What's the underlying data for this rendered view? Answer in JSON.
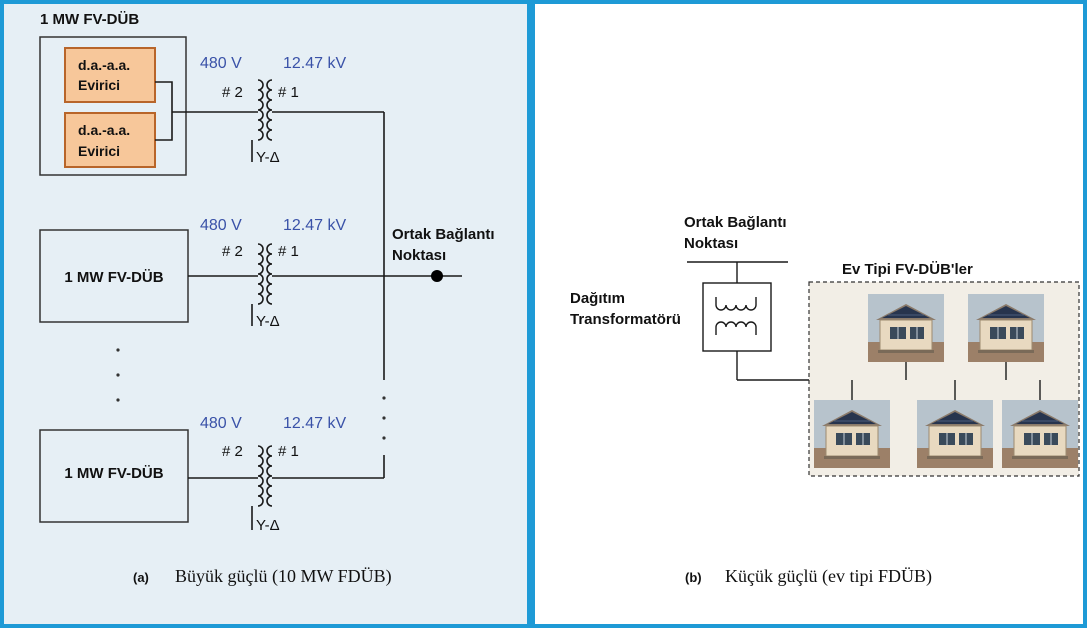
{
  "colors": {
    "panel_border": "#1e9ad6",
    "panel_fill": "#e6eff5",
    "inverter_fill": "#f7c79a",
    "inverter_border": "#b8652a",
    "voltage_text": "#3a52a8",
    "homes_box_fill": "#f2eee6",
    "line": "#1a1a1a"
  },
  "panel_a": {
    "group_title": "1 MW FV-DÜB",
    "inverter_1": {
      "line1": "d.a.-a.a.",
      "line2": "Evirici"
    },
    "inverter_2": {
      "line1": "d.a.-a.a.",
      "line2": "Evirici"
    },
    "pv_box_2": "1 MW FV-DÜB",
    "pv_box_3": "1 MW FV-DÜB",
    "transformers": [
      {
        "lv": "480 V",
        "hv": "12.47 kV",
        "winding_lv": "# 2",
        "winding_hv": "# 1",
        "connection": "Y-Δ"
      },
      {
        "lv": "480 V",
        "hv": "12.47 kV",
        "winding_lv": "# 2",
        "winding_hv": "# 1",
        "connection": "Y-Δ"
      },
      {
        "lv": "480 V",
        "hv": "12.47 kV",
        "winding_lv": "# 2",
        "winding_hv": "# 1",
        "connection": "Y-Δ"
      }
    ],
    "pcc_line1": "Ortak Bağlantı",
    "pcc_line2": "Noktası",
    "caption_letter": "(a)",
    "caption_text": "Büyük güçlü (10 MW FDÜB)"
  },
  "panel_b": {
    "pcc_line1": "Ortak Bağlantı",
    "pcc_line2": "Noktası",
    "transformer_line1": "Dağıtım",
    "transformer_line2": "Transformatörü",
    "homes_title": "Ev Tipi FV-DÜB'ler",
    "caption_letter": "(b)",
    "caption_text": "Küçük güçlü (ev tipi FDÜB)"
  }
}
